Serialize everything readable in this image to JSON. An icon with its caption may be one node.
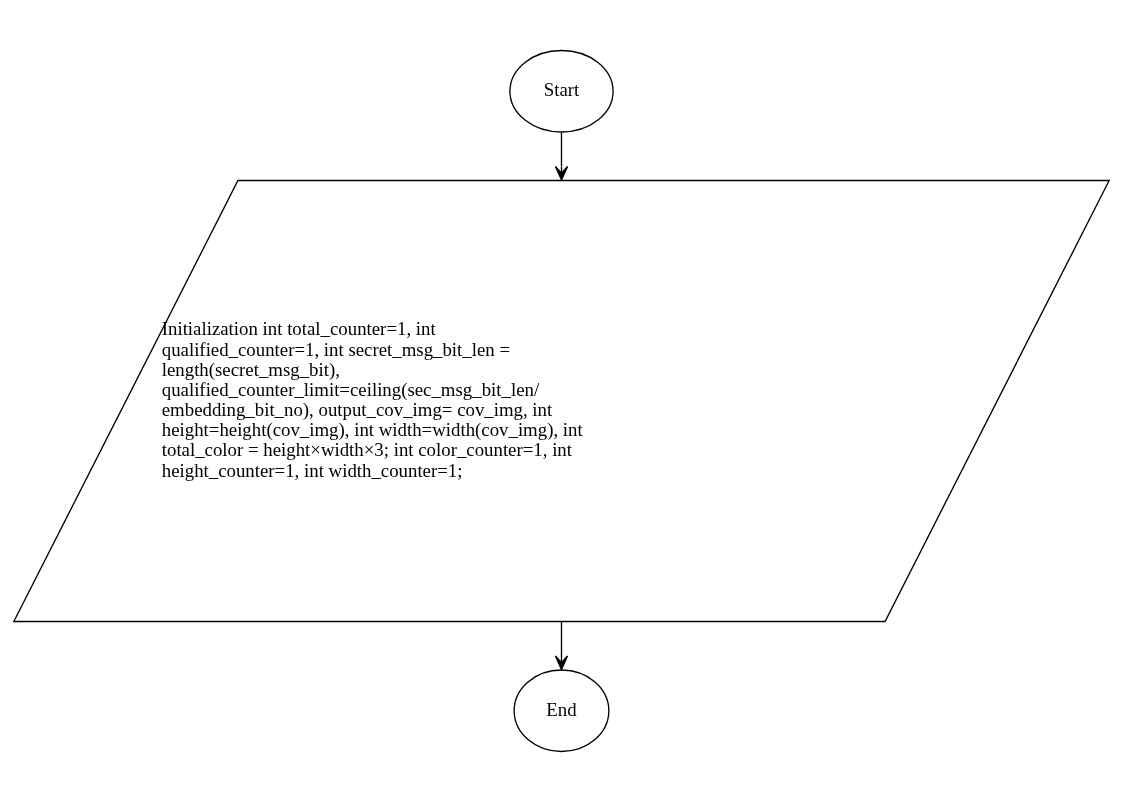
{
  "diagram": {
    "nodes": [
      {
        "text": [
          "Start"
        ]
      },
      {
        "text": [
          "Initialization int total_counter=1, int qualified_counter=1, int secret_msg_bit_len = length(secret_msg_bit), qualified_counter_limit=ceiling(sec_msg_bit_len/ embedding_bit_no), output_cov_img= cov_img, int height=height(cov_img), int width=width(cov_img), int total_color = height×width×3; int color_counter=1, int height_counter=1, int width_counter=1;"
        ]
      },
      {
        "text": [
          "End"
        ]
      }
    ],
    "edges": [
      {
        "from": 0,
        "to": 1,
        "arrow": "to"
      },
      {
        "from": 1,
        "to": 2,
        "arrow": "to"
      }
    ]
  }
}
